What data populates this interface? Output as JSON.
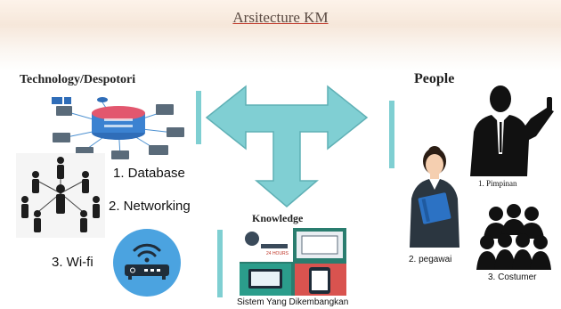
{
  "title": "Arsitecture KM",
  "sections": {
    "technology": {
      "heading": "Technology/Despotori",
      "items": [
        "1. Database",
        "2. Networking",
        "3. Wi-fi"
      ]
    },
    "people": {
      "heading": "People",
      "items": [
        "1. Pimpinan",
        "2. pegawai",
        "3. Costumer"
      ]
    },
    "knowledge": {
      "heading": "Knowledge",
      "caption": "Sistem Yang  Dikembangkan",
      "screen_text": "24 HOURS"
    }
  },
  "colors": {
    "arrow": "#80cfd3",
    "arrow_stroke": "#5fb0b5",
    "bar": "#7fcfd2",
    "router_circle": "#4ba3e0"
  }
}
